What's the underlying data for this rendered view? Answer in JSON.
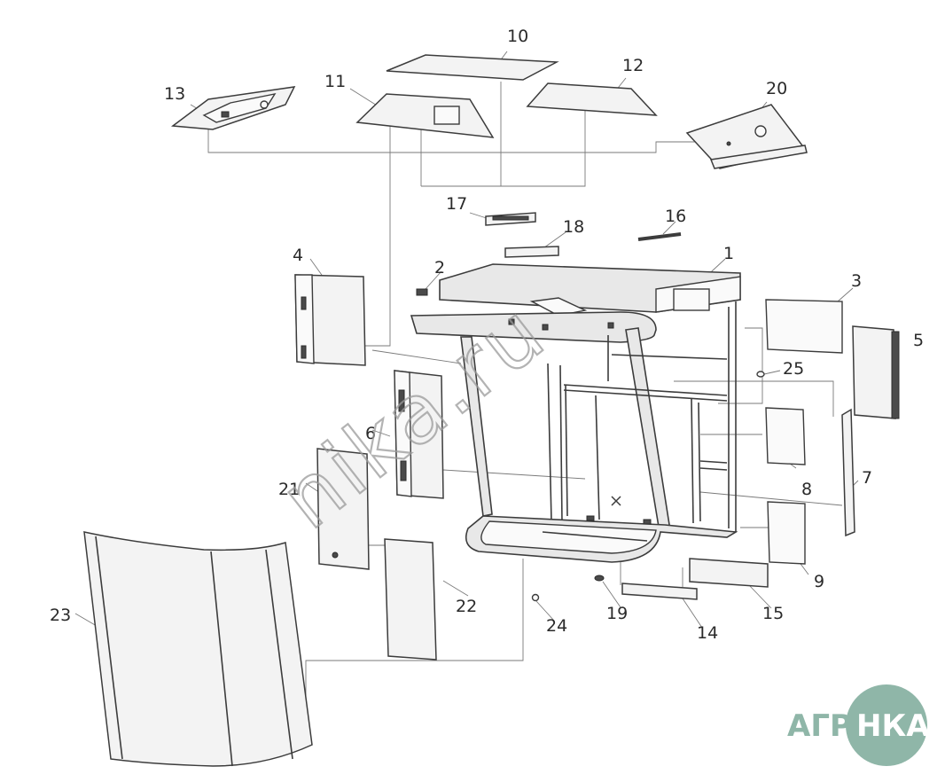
{
  "diagram": {
    "callouts": [
      "1",
      "2",
      "3",
      "4",
      "5",
      "6",
      "7",
      "8",
      "9",
      "10",
      "11",
      "12",
      "13",
      "14",
      "15",
      "16",
      "17",
      "18",
      "19",
      "20",
      "21",
      "22",
      "23",
      "24",
      "25"
    ]
  },
  "watermark": {
    "text": "nika.ru"
  },
  "logo": {
    "left": "АГРО",
    "right": "НКА",
    "color": "#8fb6a8"
  }
}
